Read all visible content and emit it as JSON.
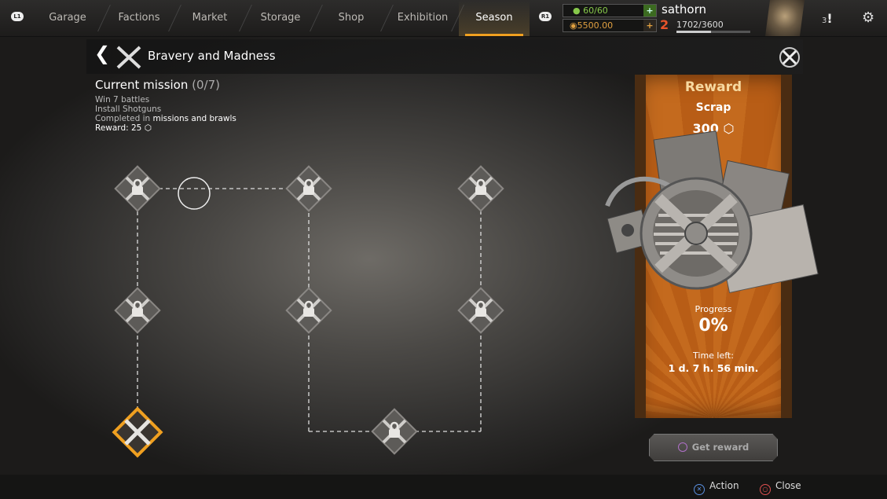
{
  "top_bar": {
    "left_button": "L1",
    "right_button": "R1",
    "tabs": [
      {
        "label": "Garage",
        "active": false
      },
      {
        "label": "Factions",
        "active": false
      },
      {
        "label": "Market",
        "active": false
      },
      {
        "label": "Storage",
        "active": false
      },
      {
        "label": "Shop",
        "active": false
      },
      {
        "label": "Exhibition",
        "active": false
      },
      {
        "label": "Season",
        "active": true
      }
    ],
    "fuel": "60/60",
    "coins": "5500.00",
    "username": "sathorn",
    "level": "2",
    "xp": "1702/3600",
    "xp_fraction": 0.473,
    "notifications": "3"
  },
  "header": {
    "title": "Bravery and Madness"
  },
  "mission": {
    "title": "Current mission",
    "count": "(0/7)",
    "line1": "Win 7 battles",
    "line2": "Install Shotguns",
    "line3_prefix": "Completed in",
    "line3_highlight": "missions and brawls",
    "line4": "Reward: 25"
  },
  "reward": {
    "title": "Reward",
    "name": "Scrap",
    "amount": "300",
    "progress_label": "Progress",
    "progress_value": "0%",
    "time_label": "Time left:",
    "time_value": "1 d. 7 h. 56 min.",
    "button": "Get reward"
  },
  "footer": {
    "action": "Action",
    "close": "Close"
  },
  "colors": {
    "accent": "#f0a020",
    "panel": "#c46a1e",
    "active_node": "#f0a020"
  }
}
